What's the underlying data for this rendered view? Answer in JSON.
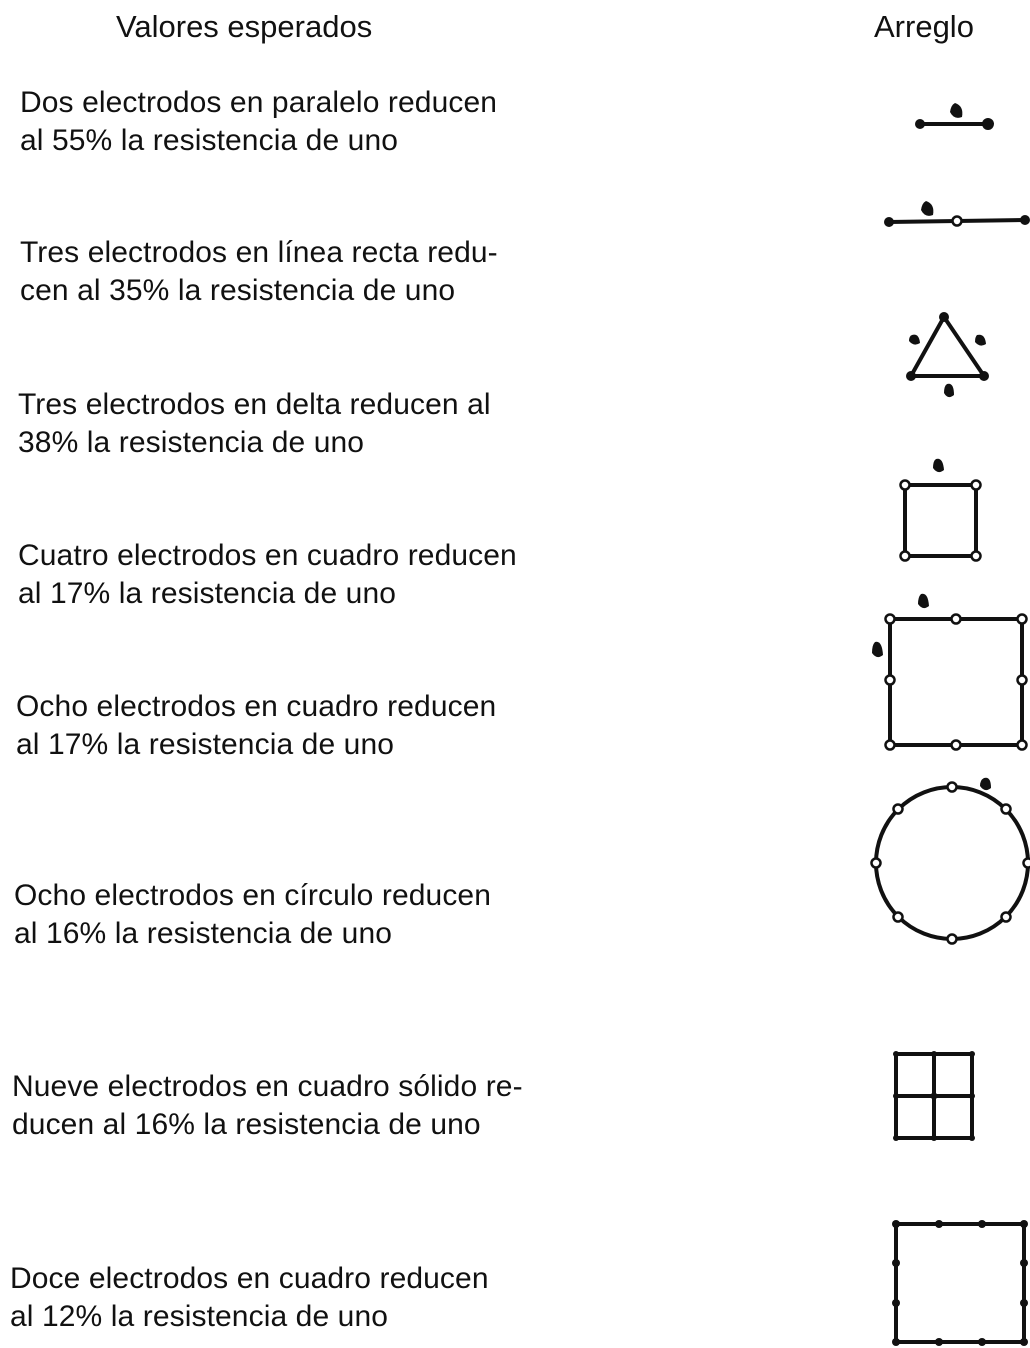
{
  "header": {
    "left_title": "Valores esperados",
    "right_title": "Arreglo"
  },
  "rows": [
    {
      "id": "dos-paralelo",
      "lines": [
        "Dos electrodos en paralelo reducen",
        "al 55% la resistencia de uno"
      ],
      "arrangement_icon": "two-electrodes-parallel-icon"
    },
    {
      "id": "tres-linea",
      "lines": [
        "Tres electrodos en línea recta redu-",
        "cen al 35% la resistencia de uno"
      ],
      "arrangement_icon": "three-electrodes-line-icon"
    },
    {
      "id": "tres-delta",
      "lines": [
        "Tres electrodos en delta reducen al",
        "38% la resistencia de uno"
      ],
      "arrangement_icon": "three-electrodes-delta-icon"
    },
    {
      "id": "cuatro-cuadro",
      "lines": [
        "Cuatro electrodos en cuadro reducen",
        "al 17% la resistencia de uno"
      ],
      "arrangement_icon": "four-electrodes-square-icon"
    },
    {
      "id": "ocho-cuadro",
      "lines": [
        "Ocho electrodos en cuadro reducen",
        "al 17% la resistencia de uno"
      ],
      "arrangement_icon": "eight-electrodes-square-icon"
    },
    {
      "id": "ocho-circulo",
      "lines": [
        "Ocho electrodos en círculo reducen",
        "al 16% la resistencia de uno"
      ],
      "arrangement_icon": "eight-electrodes-circle-icon"
    },
    {
      "id": "nueve-solido",
      "lines": [
        "Nueve electrodos en cuadro sólido re-",
        "ducen al 16% la resistencia de uno"
      ],
      "arrangement_icon": "nine-electrodes-solid-square-icon"
    },
    {
      "id": "doce-cuadro",
      "lines": [
        "Doce electrodos en cuadro reducen",
        "al 12% la resistencia de uno"
      ],
      "arrangement_icon": "twelve-electrodes-square-icon"
    }
  ]
}
